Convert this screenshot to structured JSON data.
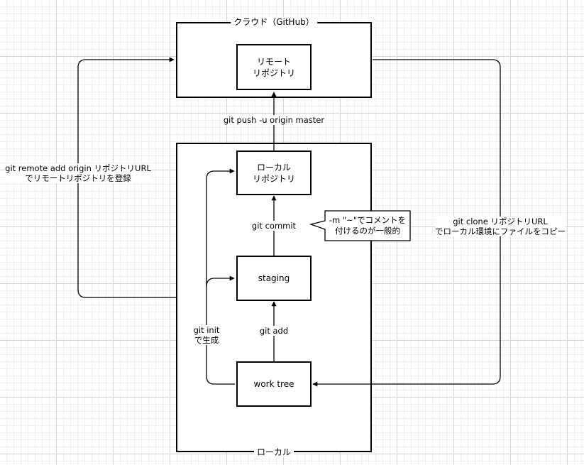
{
  "regions": {
    "cloud": {
      "title": "クラウド（GitHub）"
    },
    "local": {
      "title": "ローカル"
    }
  },
  "nodes": {
    "remote_repo": {
      "lines": [
        "リモート",
        "リポジトリ"
      ]
    },
    "local_repo": {
      "lines": [
        "ローカル",
        "リポジトリ"
      ]
    },
    "staging": {
      "lines": [
        "staging"
      ]
    },
    "work_tree": {
      "lines": [
        "work tree"
      ]
    }
  },
  "edges": {
    "push": {
      "label": "git push -u origin master"
    },
    "commit": {
      "label": "git commit"
    },
    "add": {
      "label": "git add"
    },
    "init": {
      "lines": [
        "git init",
        "で生成"
      ]
    },
    "remote_add": {
      "lines": [
        "git remote add origin リポジトリURL",
        "でリモートリポジトリを登録"
      ]
    },
    "clone": {
      "lines": [
        "git clone リポジトリURL",
        "でローカル環境にファイルをコピー"
      ]
    }
  },
  "callout": {
    "lines": [
      "-m \"~\"でコメントを",
      "付けるのが一般的"
    ]
  }
}
